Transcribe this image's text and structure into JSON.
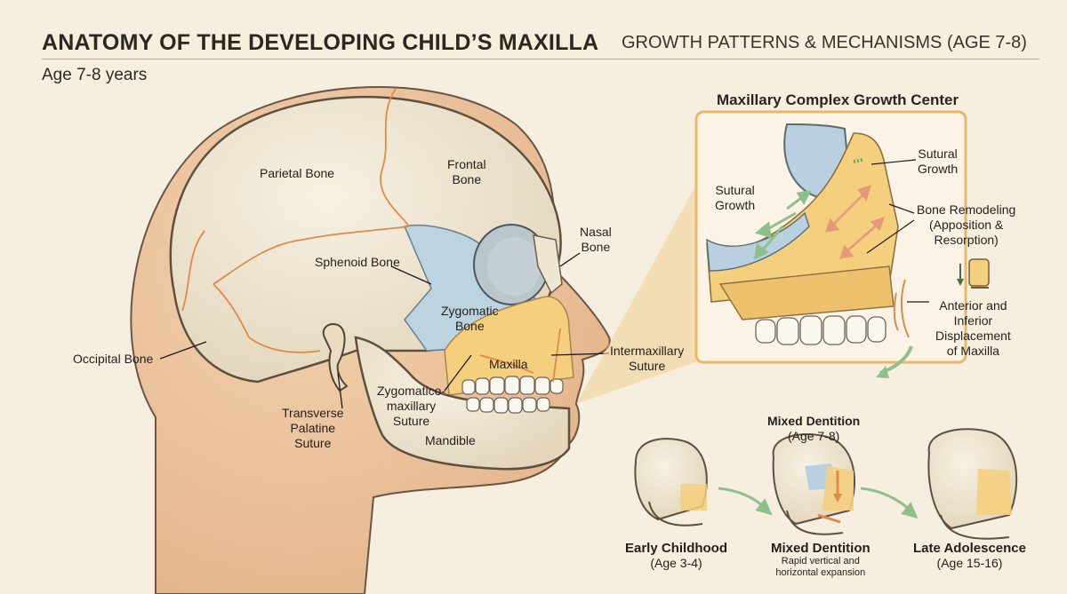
{
  "header": {
    "title": "ANATOMY OF THE DEVELOPING CHILD’S MAXILLA",
    "subtitle": "GROWTH PATTERNS & MECHANISMS (AGE 7-8)",
    "age": "Age 7-8 years"
  },
  "skull_labels": {
    "parietal": "Parietal Bone",
    "frontal": [
      "Frontal",
      "Bone"
    ],
    "nasal": [
      "Nasal",
      "Bone"
    ],
    "sphenoid": "Sphenoid Bone",
    "zygomatic": [
      "Zygomatic",
      "Bone"
    ],
    "maxilla": "Maxilla",
    "intermaxillary": [
      "Intermaxillary",
      "Suture"
    ],
    "occipital": "Occipital Bone",
    "zygomaticomaxillary": [
      "Zygomatico-",
      "maxillary",
      "Suture"
    ],
    "transverse": [
      "Transverse",
      "Palatine",
      "Suture"
    ],
    "mandible": "Mandible"
  },
  "inset": {
    "title": "Maxillary Complex Growth Center",
    "sutural_right": [
      "Sutural",
      "Growth"
    ],
    "sutural_left": [
      "Sutural",
      "Growth"
    ],
    "remodeling": [
      "Bone Remodeling",
      "(Apposition &",
      "Resorption)"
    ],
    "displacement": [
      "Anterior and",
      "Inferior",
      "Displacement",
      "of Maxilla"
    ]
  },
  "stages": {
    "top": [
      "Mixed Dentition",
      "(Age 7-8)"
    ],
    "items": [
      {
        "name": "Early Childhood",
        "age": "(Age 3-4)",
        "note": []
      },
      {
        "name": "Mixed Dentition",
        "age": "",
        "note": [
          "Rapid vertical and",
          "horizontal expansion"
        ]
      },
      {
        "name": "Late Adolescence",
        "age": "(Age 15-16)",
        "note": []
      }
    ]
  },
  "colors": {
    "background": "#f6eedf",
    "skin": "#ecc39c",
    "bone": "#f1e8d2",
    "maxilla": "#f4cf7e",
    "sphenoid": "#bcd3e0",
    "suture": "#e08a4a",
    "growth_arrow": "#8fc08a",
    "remodel_arrow": "#e49a78",
    "inset_frame": "#e9b86a"
  }
}
